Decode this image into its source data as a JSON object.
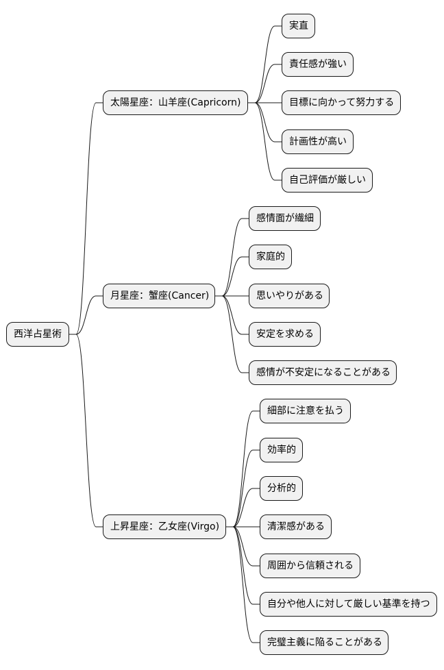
{
  "mindmap": {
    "root": "西洋占星術",
    "branches": [
      {
        "label": "太陽星座：山羊座(Capricorn)",
        "children": [
          "実直",
          "責任感が強い",
          "目標に向かって努力する",
          "計画性が高い",
          "自己評価が厳しい"
        ]
      },
      {
        "label": "月星座：蟹座(Cancer)",
        "children": [
          "感情面が繊細",
          "家庭的",
          "思いやりがある",
          "安定を求める",
          "感情が不安定になることがある"
        ]
      },
      {
        "label": "上昇星座：乙女座(Virgo)",
        "children": [
          "細部に注意を払う",
          "効率的",
          "分析的",
          "清潔感がある",
          "周囲から信頼される",
          "自分や他人に対して厳しい基準を持つ",
          "完璧主義に陥ることがある"
        ]
      }
    ]
  },
  "colors": {
    "node_fill": "#f1f1f1",
    "node_border": "#181818",
    "line": "#181818"
  }
}
